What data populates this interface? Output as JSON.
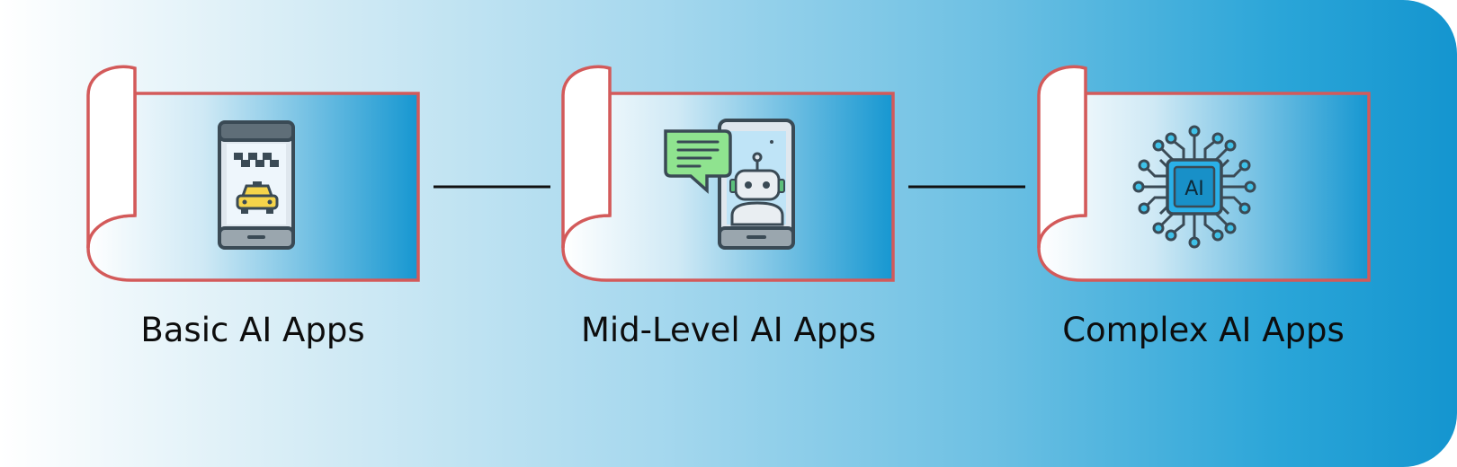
{
  "stages": [
    {
      "id": "basic",
      "label": "Basic AI Apps",
      "icon": "taxi-app-phone-icon"
    },
    {
      "id": "mid",
      "label": "Mid-Level AI Apps",
      "icon": "chatbot-phone-icon"
    },
    {
      "id": "complex",
      "label": "Complex AI Apps",
      "icon": "ai-chip-icon"
    }
  ],
  "chip_text": "AI",
  "colors": {
    "scroll_border": "#d35a5a",
    "connector": "#111111",
    "icon_outline": "#3a4a55",
    "taxi_yellow": "#f5d44a",
    "chat_green": "#8fe38f",
    "chip_blue": "#2ab0e8"
  }
}
